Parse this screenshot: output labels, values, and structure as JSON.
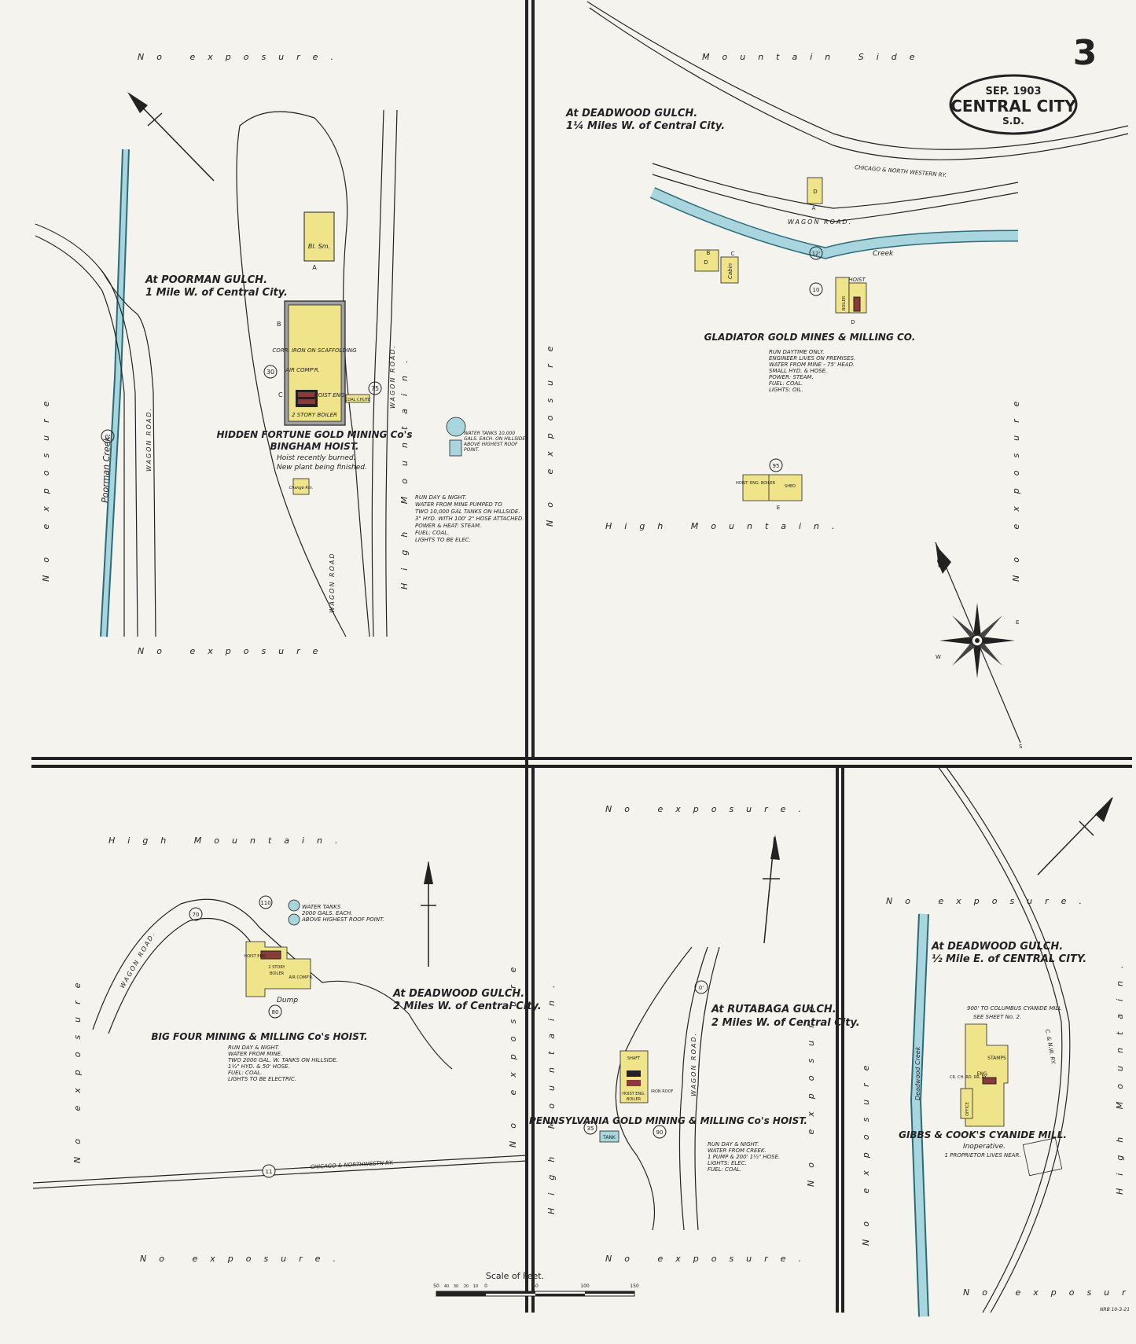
{
  "sheet": {
    "number": "3",
    "cartouche": {
      "date": "SEP. 1903",
      "city": "CENTRAL CITY",
      "state": "S.D."
    },
    "scale": {
      "title": "Scale of Feet.",
      "ticks": [
        "50",
        "40",
        "30",
        "20",
        "10",
        "0",
        "50",
        "100",
        "150"
      ]
    },
    "corner_note": "NRB\n10-3-21"
  },
  "colors": {
    "paper": "#f4f3ee",
    "frame": "#222222",
    "building": "#efe48a",
    "water": "#a9d6de",
    "ink": "#222222"
  },
  "common": {
    "no_exposure": "No exposure.",
    "no_exposure_plain": "No exposure",
    "wagon_road": "WAGON ROAD.",
    "high_mountain": "High Mountain.",
    "mountain_side": "Mountain Side"
  },
  "poorman": {
    "location": [
      "At POORMAN GULCH.",
      "1 Mile W. of Central City."
    ],
    "creek": "Poorman Creek",
    "creek_width": "0'",
    "wagon_road": "WAGON ROAD.",
    "wagon_road_2": "WAGON ROAD",
    "title": [
      "HIDDEN FORTUNE GOLD MINING Co's",
      "BINGHAM HOIST."
    ],
    "status": [
      "Hoist recently burned.",
      "New plant being finished."
    ],
    "bl_sm": "Bl. Sm.",
    "main_note": "CORR. IRON ON SCAFFOLDING",
    "air_comp": "AIR COMP'R.",
    "hoist": "HOIST ENG.",
    "coal_chute": "COAL CHUTE",
    "engine": "2 STORY BOILER",
    "change_rm": "Change Rm.",
    "letters": [
      "A",
      "B",
      "C"
    ],
    "elev": [
      "30",
      "75"
    ],
    "water_tanks": "WATER TANKS 10,000 GALS. EACH. ON HILLSIDE ABOVE HIGHEST ROOF POINT.",
    "notes": [
      "RUN DAY & NIGHT.",
      "WATER FROM MINE PUMPED TO",
      "TWO 10,000 GAL TANKS ON HILLSIDE.",
      "3\" HYD. WITH 100' 2\" HOSE ATTACHED.",
      "POWER & HEAT: STEAM.",
      "FUEL: COAL.",
      "LIGHTS TO BE ELEC."
    ]
  },
  "gladiator": {
    "location": [
      "At DEADWOOD GULCH.",
      "1¼ Miles W. of Central City."
    ],
    "railroad": "CHICAGO & NORTH WESTERN RY.",
    "creek": "Creek",
    "creek_width": "12'",
    "title": "GLADIATOR GOLD MINES & MILLING CO.",
    "notes": [
      "RUN DAYTIME ONLY.",
      "ENGINEER LIVES ON PREMISES.",
      "WATER FROM MINE - 75' HEAD.",
      "SMALL HYD. & HOSE.",
      "POWER: STEAM.",
      "FUEL: COAL.",
      "LIGHTS: OIL."
    ],
    "cabin": "Cabin",
    "hoist": "HOIST",
    "boiler": "BOILER",
    "hoist_eng": "HOIST. ENG. BOILER",
    "shed": "SHED",
    "letters": [
      "D",
      "A",
      "B",
      "D",
      "C",
      "D",
      "E"
    ],
    "elev": [
      "10",
      "95"
    ]
  },
  "compass": {
    "w": "W",
    "e": "E",
    "s": "S"
  },
  "bigfour": {
    "location": [
      "At DEADWOOD GULCH.",
      "2 Miles W. of Central City."
    ],
    "title": "BIG FOUR MINING & MILLING Co's HOIST.",
    "notes": [
      "RUN DAY & NIGHT.",
      "WATER FROM MINE.",
      "TWO 2000 GAL. W. TANKS ON HILLSIDE.",
      "1½\" HYD. & 50' HOSE.",
      "FUEL: COAL.",
      "LIGHTS TO BE ELECTRIC."
    ],
    "water_tanks": [
      "WATER TANKS",
      "2000 GALS. EACH.",
      "ABOVE HIGHEST ROOF POINT."
    ],
    "dump": "Dump",
    "railroad": "CHICAGO & NORTHWESTN RY.",
    "elev": [
      "70",
      "110",
      "80",
      "11"
    ],
    "labels": [
      "HOIST ENG.",
      "2 STORY",
      "BOILER",
      "AIR COMP'R."
    ]
  },
  "pennsylvania": {
    "location": [
      "At RUTABAGA GULCH.",
      "2 Miles W. of Central City."
    ],
    "title": "PENNSYLVANIA GOLD MINING & MILLING Co's HOIST.",
    "notes": [
      "RUN DAY & NIGHT.",
      "WATER FROM CREEK.",
      "1 PUMP & 200' 1½\" HOSE.",
      "LIGHTS: ELEC.",
      "FUEL: COAL."
    ],
    "tank": "TANK",
    "labels": [
      "HOIST ENG.",
      "BOILER",
      "SHAFT",
      "IRON ROOF"
    ],
    "elev": [
      "0'",
      "90",
      "35"
    ]
  },
  "gibbs": {
    "location": [
      "At DEADWOOD GULCH.",
      "½ Mile E. of CENTRAL CITY."
    ],
    "ref_note": [
      "900' TO COLUMBUS CYANIDE MILL",
      "SEE SHEET No. 2."
    ],
    "title": "GIBBS & COOK'S CYANIDE MILL.",
    "status": [
      "Inoperative.",
      "1 PROPRIETOR LIVES NEAR."
    ],
    "creek": "Deadwood Creek",
    "railroad": "C. & N.W. RY.",
    "labels": [
      "STAMPS",
      "ENG.",
      "OFFICE",
      "CR. CH. RD. RR. RY."
    ]
  }
}
